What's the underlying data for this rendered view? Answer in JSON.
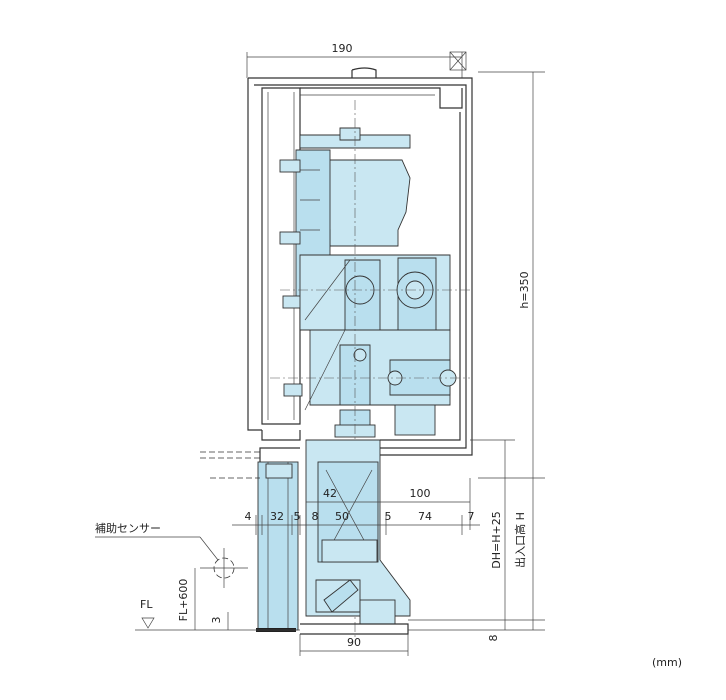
{
  "dimensions": {
    "top_width": "190",
    "height_h": "h=350",
    "inner_100": "100",
    "inner_42": "42",
    "row_4": "4",
    "row_32": "32",
    "row_5a": "5",
    "row_8": "8",
    "row_50": "50",
    "row_5b": "5",
    "row_74": "74",
    "row_7": "7",
    "dh": "DH=H+25",
    "bottom_90": "90",
    "bottom_8": "8",
    "offset_3": "3",
    "fl_600": "FL+600"
  },
  "labels": {
    "opening_height": "出入口高 H",
    "sensor": "補助センサー",
    "floor": "FL",
    "unit": "(mm)"
  },
  "colors": {
    "mechanism_fill": "#c9e7f2",
    "line": "#333333"
  }
}
